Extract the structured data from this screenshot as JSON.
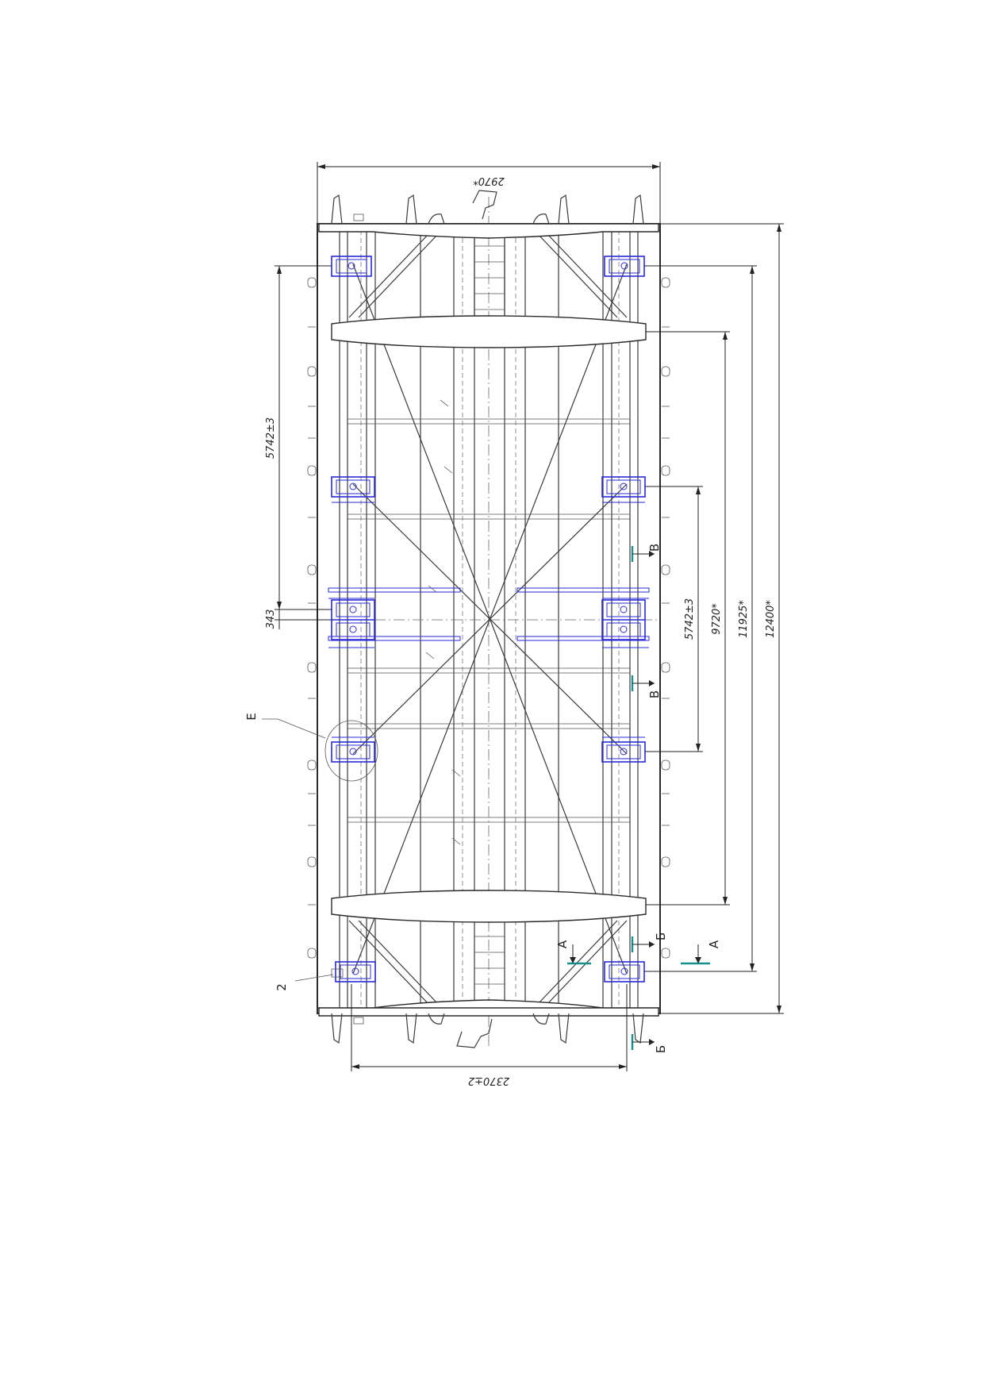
{
  "colors": {
    "line": "#3a3a3a",
    "bearing": "#2a2ad8",
    "section": "#17918a",
    "background": "#ffffff"
  },
  "dimensions": {
    "overall_width": "2970*",
    "bottom_width": "2370±2",
    "overall_length": "12400*",
    "frame_length": "11925*",
    "bolster_spacing": "9720*",
    "inner_spacing": "5742±3",
    "left_span": "5742±3",
    "left_gap": "343"
  },
  "sections": {
    "b_top": "В",
    "b_bottom": "В",
    "a_left": "А",
    "a_right": "А",
    "six_right": "Б",
    "six_bottom": "Б"
  },
  "callouts": {
    "detail_e": "Е",
    "part_2": "2"
  }
}
